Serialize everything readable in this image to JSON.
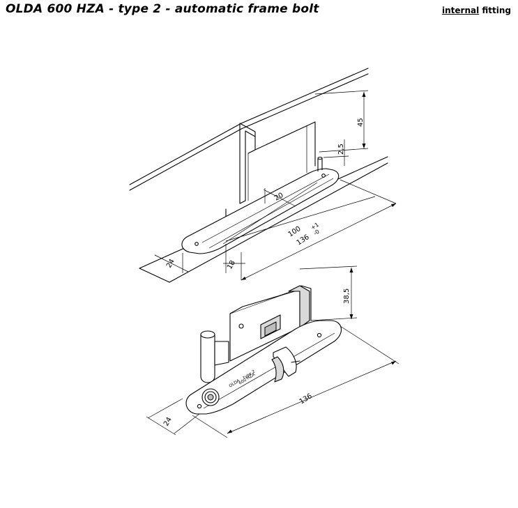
{
  "header": {
    "title": "OLDA 600 HZA - type 2 - automatic frame bolt",
    "fitting_underlined": "internal",
    "fitting_rest": " fitting"
  },
  "upper_view": {
    "dim_45": "45",
    "dim_2_5": "2,5",
    "dim_20": "20",
    "dim_100": "100",
    "dim_136": "136",
    "dim_136_tol_plus": "+1",
    "dim_136_tol_minus": "-0",
    "dim_24": "24",
    "dim_18": "18"
  },
  "lower_view": {
    "dim_38_5": "38,5",
    "dim_136": "136",
    "dim_24": "24",
    "engraving_brand": "OLDA",
    "engraving_model": "600 HZA",
    "engraving_type": "type 2"
  }
}
